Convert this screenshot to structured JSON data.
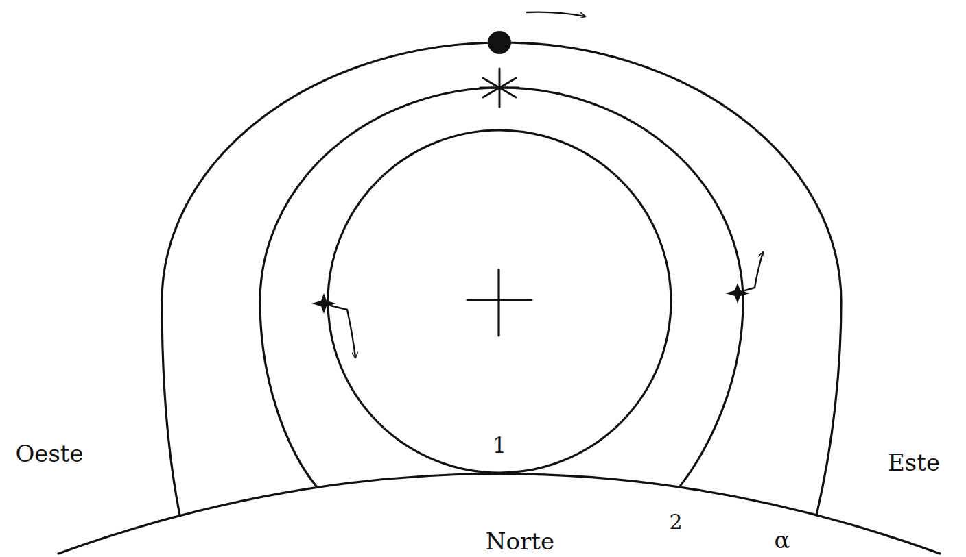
{
  "diagram": {
    "labels": [
      "Oeste",
      "1",
      "Este",
      "Norte",
      "2",
      "α"
    ]
  }
}
